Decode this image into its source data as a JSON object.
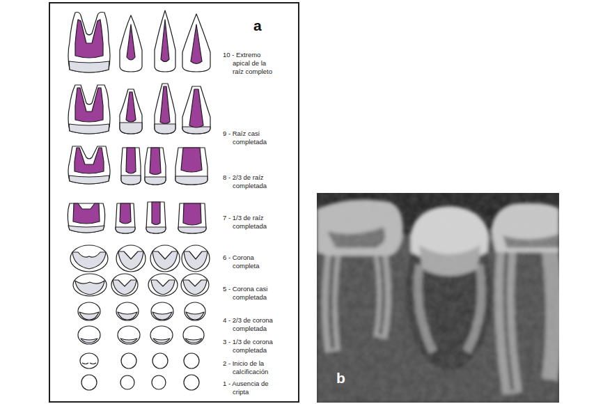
{
  "diagram": {
    "nodes": [
      {
        "text": [
          "a",
          "10 - Extremo apical de la raíz completo",
          "9 - Raíz casi completada",
          "8 - 2/3 de raíz completada",
          "7 - 1/3 de raíz completada",
          "6 - Corona completa",
          "5 - Corona casi completada",
          "4 - 2/3 de corona completada",
          "3 - 1/3 de corona completada",
          "2 - Inicio de la calcificación",
          "1 - Ausencia de cripta"
        ]
      },
      {
        "text": [
          "b"
        ]
      }
    ]
  }
}
